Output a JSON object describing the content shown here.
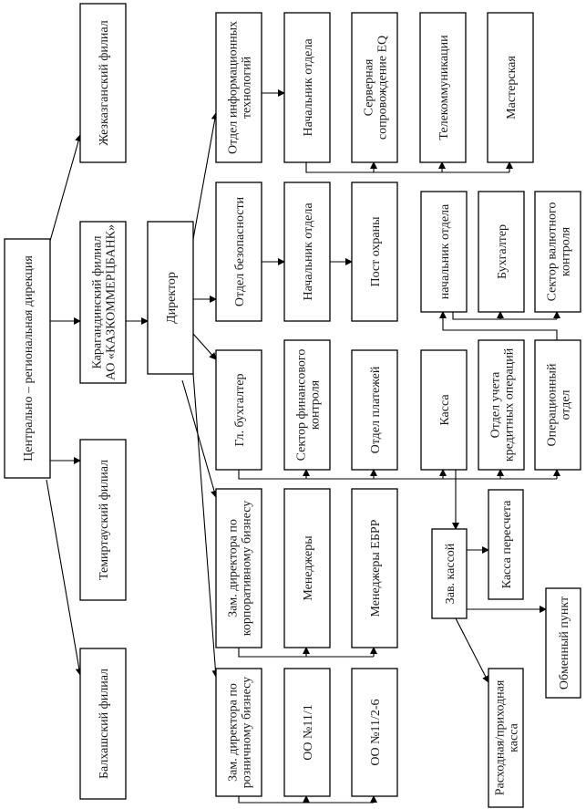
{
  "title": "Организационная структура Карагандинского филиала АО «КАЗКОММЕРЦБАНК»",
  "nodes": {
    "central": {
      "lines": [
        "Центрально – региональная дирекция"
      ]
    },
    "zhezkazgan": {
      "lines": [
        "Жезказганский филиал"
      ]
    },
    "karaganda": {
      "lines": [
        "Карагандинский филиал",
        "АО «КАЗКОММЕРЦБАНК»"
      ]
    },
    "temirtau": {
      "lines": [
        "Темиртауский филиал"
      ]
    },
    "balkhash": {
      "lines": [
        "Балхашский филиал"
      ]
    },
    "director": {
      "lines": [
        "Директор"
      ]
    },
    "it_dept": {
      "lines": [
        "Отдел информационных",
        "технологий"
      ]
    },
    "it_head": {
      "lines": [
        "Начальник отдела"
      ]
    },
    "server": {
      "lines": [
        "Серверная",
        "сопровождение EQ"
      ]
    },
    "telecom": {
      "lines": [
        "Телекоммуникации"
      ]
    },
    "workshop": {
      "lines": [
        "Мастерская"
      ]
    },
    "security": {
      "lines": [
        "Отдел безопасности"
      ]
    },
    "sec_head": {
      "lines": [
        "Начальник отдела"
      ]
    },
    "guard": {
      "lines": [
        "Пост  охраны"
      ]
    },
    "ops_head": {
      "lines": [
        "начальник отдела"
      ]
    },
    "accountant": {
      "lines": [
        "Бухгалтер"
      ]
    },
    "fx_control": {
      "lines": [
        "Сектор валютного",
        "контроля"
      ]
    },
    "chief_acc": {
      "lines": [
        "Гл. бухгалтер"
      ]
    },
    "fin_control": {
      "lines": [
        "Сектор финансового",
        "контроля"
      ]
    },
    "payments": {
      "lines": [
        "Отдел платежей"
      ]
    },
    "cash": {
      "lines": [
        "Касса"
      ]
    },
    "credit_ops": {
      "lines": [
        "Отдел учета",
        "кредитных операций"
      ]
    },
    "operations": {
      "lines": [
        "Операционный",
        "отдел"
      ]
    },
    "corp_deputy": {
      "lines": [
        "Зам. директора по",
        "корпоративному бизнесу"
      ]
    },
    "managers": {
      "lines": [
        "Менеджеры"
      ]
    },
    "ebrd_managers": {
      "lines": [
        "Менеджеры ЕБРР"
      ]
    },
    "retail_deputy": {
      "lines": [
        "Зам. директора по",
        "розничному бизнесу"
      ]
    },
    "oo_11_1": {
      "lines": [
        "ОО №11/1"
      ]
    },
    "oo_11_2_6": {
      "lines": [
        "ОО №11/2-6"
      ]
    },
    "cash_head": {
      "lines": [
        "Зав. кассой"
      ]
    },
    "recount": {
      "lines": [
        "Касса пересчета"
      ]
    },
    "exchange": {
      "lines": [
        "Обменный пункт"
      ]
    },
    "in_out_cash": {
      "lines": [
        "Расходная/приходная",
        "касса"
      ]
    }
  },
  "edges": [
    [
      "central",
      "zhezkazgan"
    ],
    [
      "central",
      "karaganda"
    ],
    [
      "central",
      "temirtau"
    ],
    [
      "central",
      "balkhash"
    ],
    [
      "karaganda",
      "director"
    ],
    [
      "director",
      "it_dept"
    ],
    [
      "director",
      "security"
    ],
    [
      "director",
      "chief_acc"
    ],
    [
      "director",
      "corp_deputy"
    ],
    [
      "director",
      "retail_deputy"
    ],
    [
      "it_dept",
      "it_head"
    ],
    [
      "it_head",
      "server"
    ],
    [
      "it_head",
      "telecom"
    ],
    [
      "it_head",
      "workshop"
    ],
    [
      "security",
      "sec_head"
    ],
    [
      "sec_head",
      "guard"
    ],
    [
      "chief_acc",
      "fin_control"
    ],
    [
      "chief_acc",
      "payments"
    ],
    [
      "chief_acc",
      "cash"
    ],
    [
      "chief_acc",
      "credit_ops"
    ],
    [
      "chief_acc",
      "operations"
    ],
    [
      "operations",
      "ops_head"
    ],
    [
      "ops_head",
      "accountant"
    ],
    [
      "ops_head",
      "fx_control"
    ],
    [
      "corp_deputy",
      "managers"
    ],
    [
      "corp_deputy",
      "ebrd_managers"
    ],
    [
      "retail_deputy",
      "oo_11_1"
    ],
    [
      "retail_deputy",
      "oo_11_2_6"
    ],
    [
      "cash",
      "cash_head"
    ],
    [
      "cash_head",
      "recount"
    ],
    [
      "cash_head",
      "exchange"
    ],
    [
      "cash_head",
      "in_out_cash"
    ]
  ]
}
